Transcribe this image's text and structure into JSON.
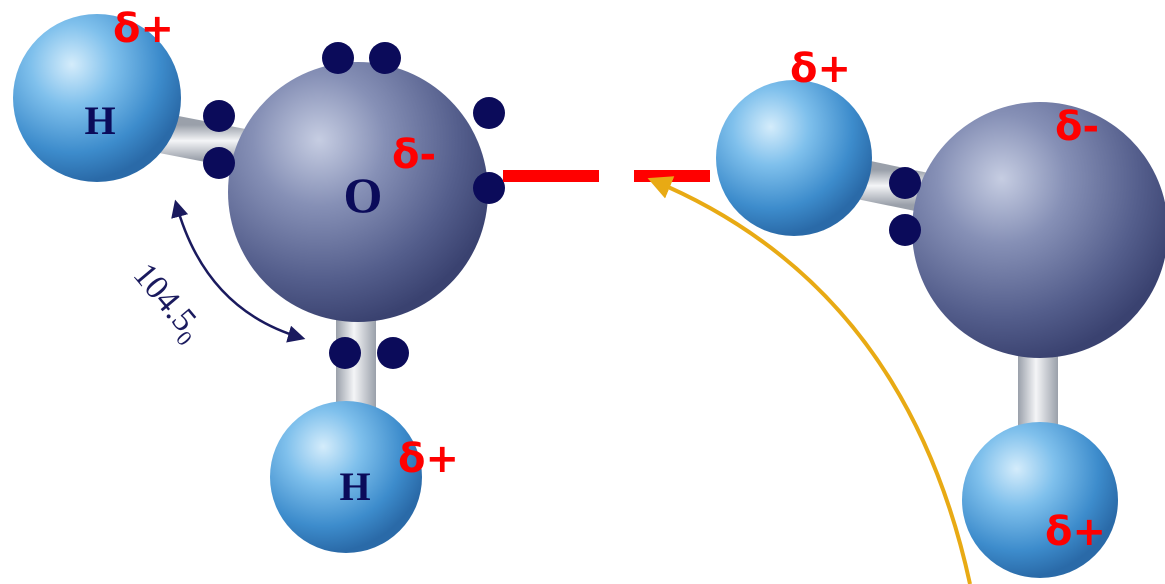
{
  "labels": {
    "hydrogen_top": "H",
    "oxygen": "O",
    "hydrogen_bottom": "H",
    "angle_value": "104.5",
    "angle_unit": "0"
  },
  "charges": {
    "h_top_left": "δ+",
    "o_left": "δ-",
    "h_bottom_left": "δ+",
    "h_right": "δ+",
    "o_right": "δ-",
    "h_bottom_right": "δ+"
  },
  "colors": {
    "hydrogen": "#4f9fd8",
    "oxygen": "#5d6894",
    "bond": "#c9ccd2",
    "lone_pair": "#0b0b5a",
    "charge": "#ff0000",
    "hydrogen_bond": "#ff0000",
    "arrow": "#e8aa14"
  }
}
